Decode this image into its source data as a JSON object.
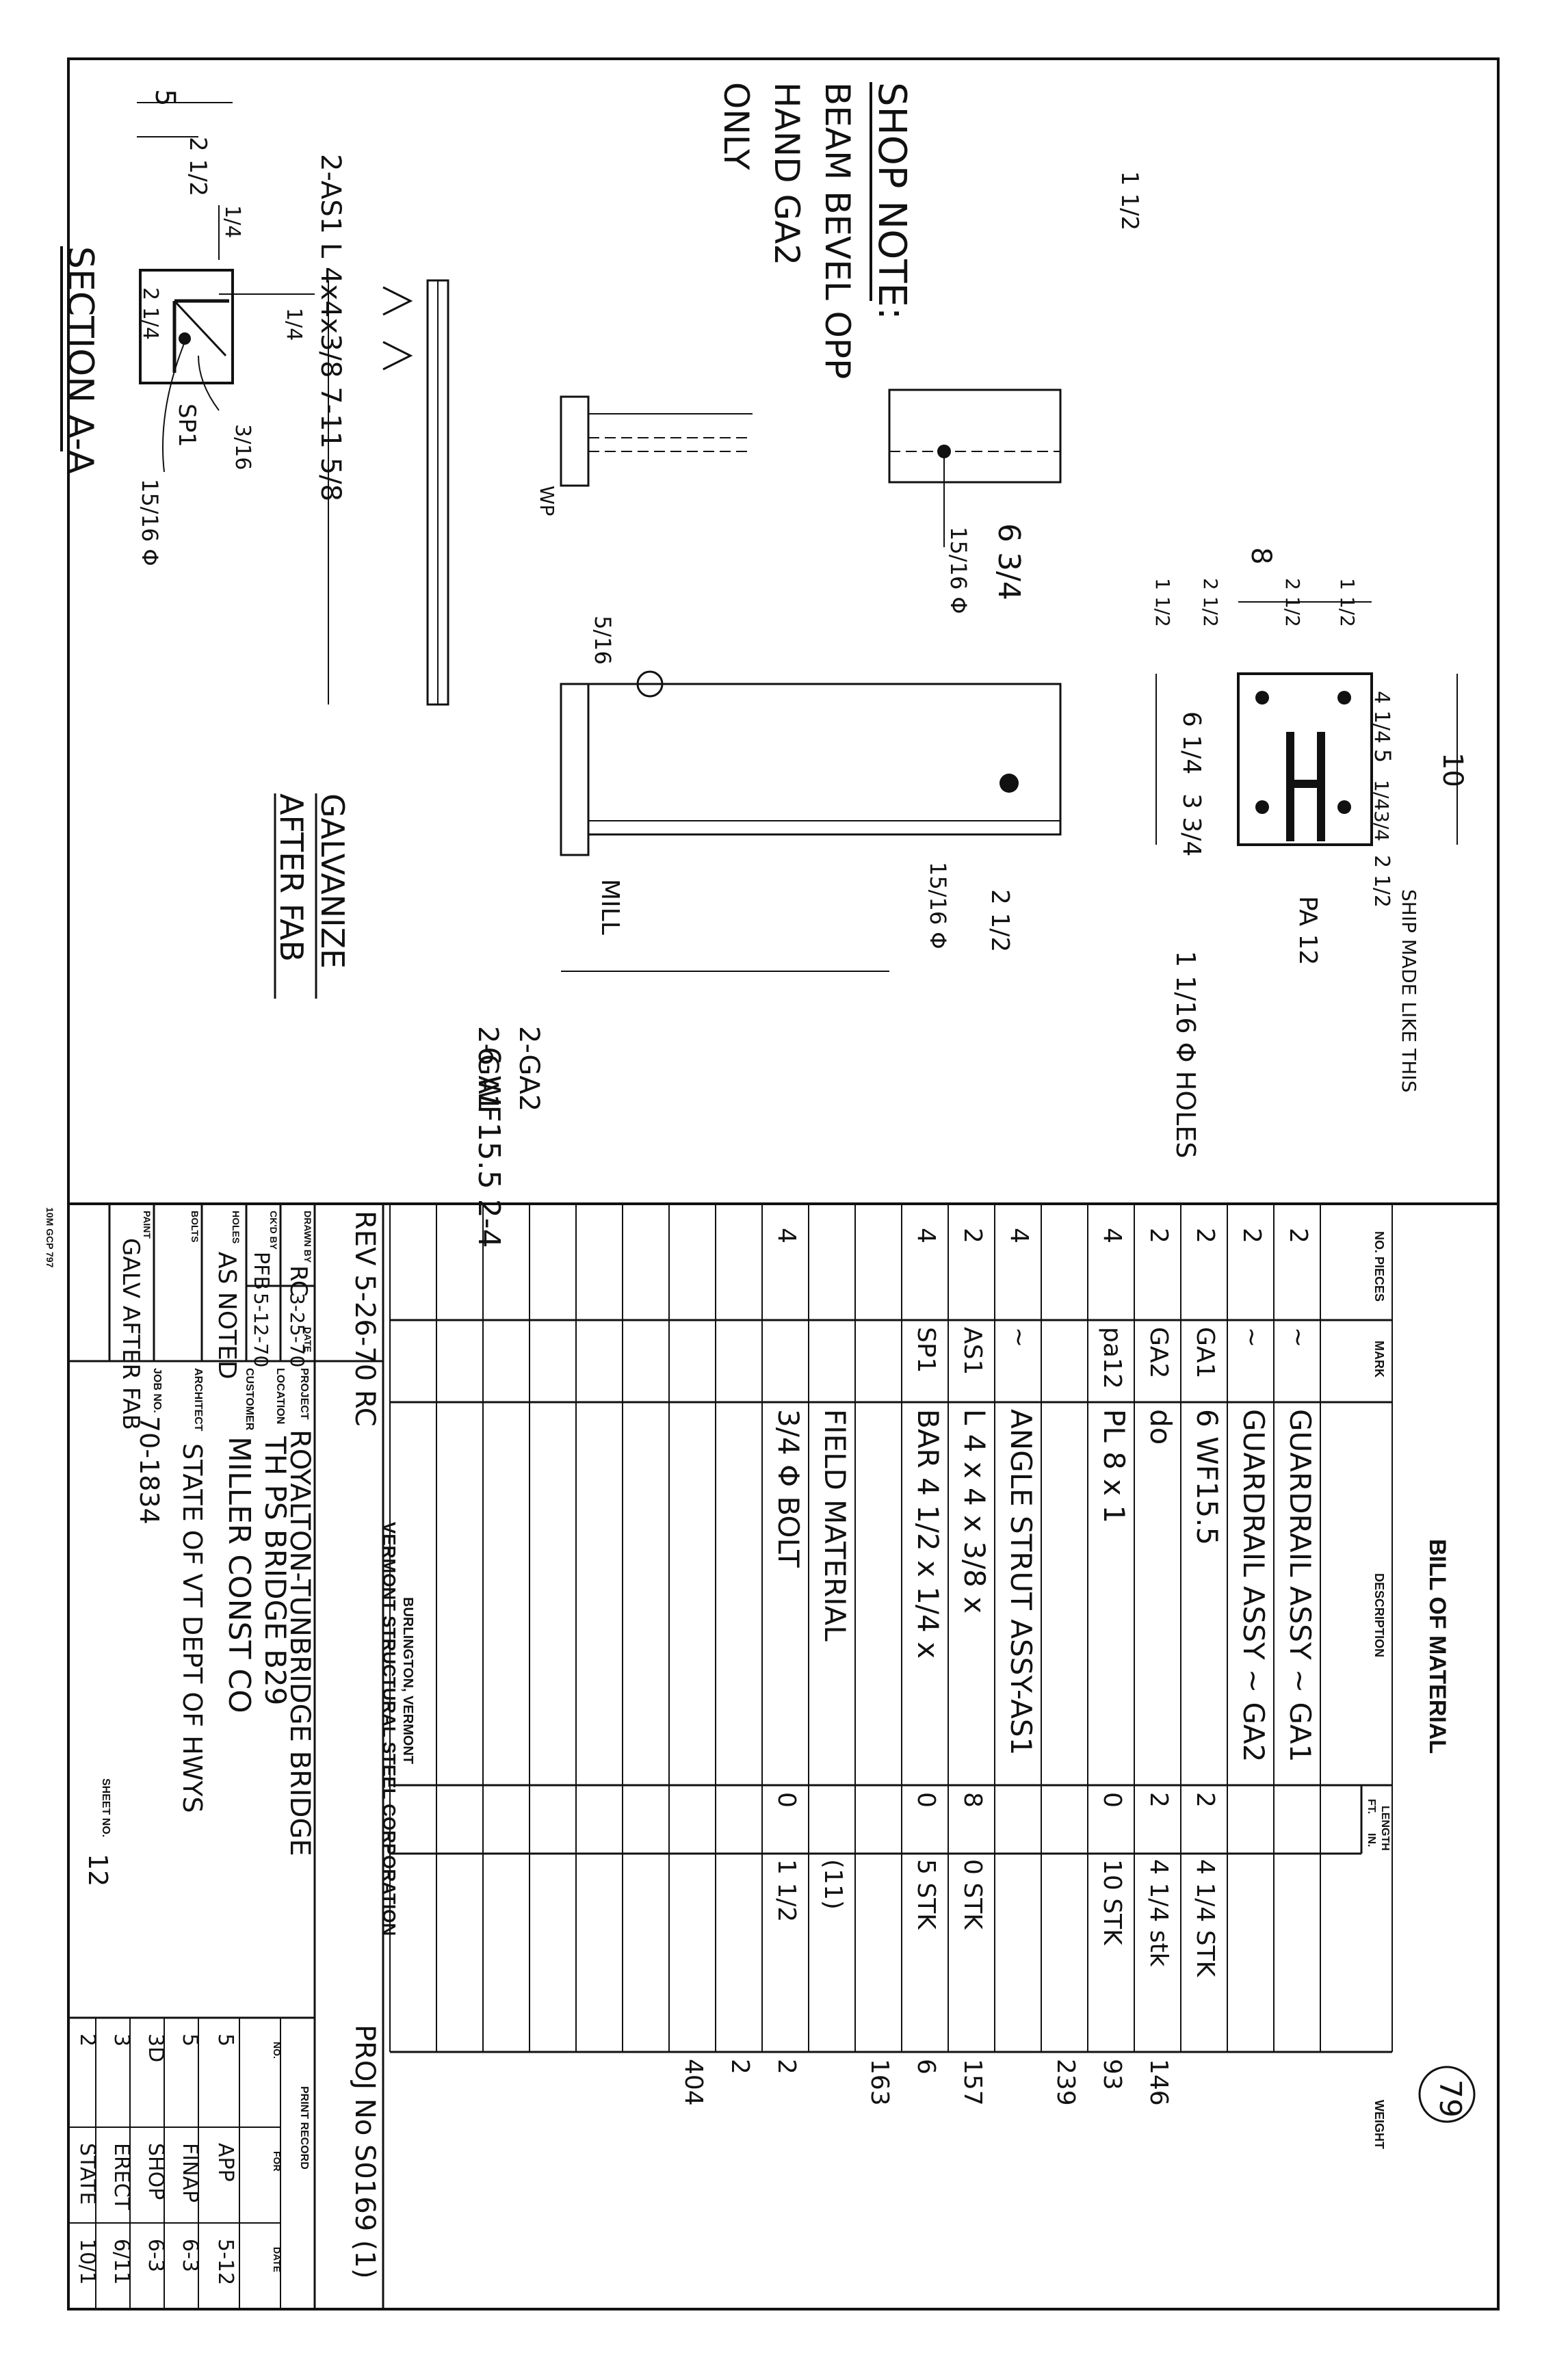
{
  "drawing": {
    "shop_note": [
      "SHOP NOTE:",
      "BEAM BEVEL OPP",
      "HAND GA2",
      "ONLY"
    ],
    "section_label": "SECTION A-A",
    "galvanize_note": [
      "GALVANIZE",
      "AFTER FAB"
    ],
    "mill_label": "MILL",
    "holes_note": "1 1/16 Φ HOLES",
    "plate_mark": "PA 12",
    "ship_note": "SHIP MADE LIKE THIS",
    "angle_callout": "2-AS1 L 4x4x3/8 7-11 5/8",
    "beam_callout": "6 WF15.5 2-4",
    "mark_ga1": "2-GA1",
    "mark_ga2": "2-GA2",
    "sp1_label": "SP1",
    "wp_label": "WP",
    "dims": {
      "d5": "5",
      "d2_half": "2 1/2",
      "d2_quarter": "2 1/4",
      "d_quarter": "1/4",
      "d15_16": "15/16 Φ",
      "d12": "1 1/2",
      "d6_3_4": "6 3/4",
      "d8": "8",
      "d1_half": "1 1/2",
      "d2_1_2": "2 1/2",
      "d10": "10",
      "d4_1_4": "4 1/4",
      "d5b": "5",
      "d1_4": "1/4",
      "d3_4": "3/4",
      "d6_1_4": "6 1/4",
      "d3_3_4": "3 3/4",
      "d2_1_2b": "2 1/2",
      "d1_half_b": "1 1/2",
      "weld": "5/16",
      "weld2": "3/16"
    }
  },
  "bom": {
    "title": "BILL OF MATERIAL",
    "page_number": "79",
    "headers": {
      "pieces": "NO. PIECES",
      "mark": "MARK",
      "description": "DESCRIPTION",
      "length": "LENGTH",
      "ft": "FT.",
      "in": "IN.",
      "weight": "WEIGHT"
    },
    "rows": [
      {
        "pieces": "2",
        "mark": "~",
        "description": "GUARDRAIL ASSY ~ GA1",
        "ft": "",
        "in": "",
        "weight": ""
      },
      {
        "pieces": "2",
        "mark": "~",
        "description": "GUARDRAIL ASSY ~ GA2",
        "ft": "",
        "in": "",
        "weight": ""
      },
      {
        "pieces": "2",
        "mark": "GA1",
        "description": "6 WF15.5",
        "ft": "2",
        "in": "4 1/4 STK",
        "weight": ""
      },
      {
        "pieces": "2",
        "mark": "GA2",
        "description": "do",
        "ft": "2",
        "in": "4 1/4 stk",
        "weight": "146"
      },
      {
        "pieces": "4",
        "mark": "pa12",
        "description": "PL 8 x 1",
        "ft": "0",
        "in": "10 STK",
        "weight": "93"
      },
      {
        "pieces": "",
        "mark": "",
        "description": "",
        "ft": "",
        "in": "",
        "weight": "239"
      },
      {
        "pieces": "4",
        "mark": "~",
        "description": "ANGLE STRUT ASSY-AS1",
        "ft": "",
        "in": "",
        "weight": ""
      },
      {
        "pieces": "2",
        "mark": "AS1",
        "description": "L 4 x 4 x 3/8 x",
        "ft": "8",
        "in": "0 STK",
        "weight": "157"
      },
      {
        "pieces": "4",
        "mark": "SP1",
        "description": "BAR 4 1/2 x 1/4 x",
        "ft": "0",
        "in": "5 STK",
        "weight": "6"
      },
      {
        "pieces": "",
        "mark": "",
        "description": "",
        "ft": "",
        "in": "",
        "weight": "163"
      },
      {
        "pieces": "",
        "mark": "",
        "description": "FIELD MATERIAL",
        "ft": "",
        "in": "(11)",
        "weight": ""
      },
      {
        "pieces": "4",
        "mark": "",
        "description": "3/4 Φ BOLT",
        "ft": "0",
        "in": "1 1/2",
        "weight": "2"
      },
      {
        "pieces": "",
        "mark": "",
        "description": "",
        "ft": "",
        "in": "",
        "weight": "2"
      },
      {
        "pieces": "",
        "mark": "",
        "description": "",
        "ft": "",
        "in": "",
        "weight": "404"
      }
    ]
  },
  "title_block": {
    "revision": "REV 5-26-70 RC",
    "project_no": "PROJ No S0169 (1)",
    "company": "VERMONT STRUCTURAL STEEL CORPORATION",
    "company_city": "BURLINGTON, VERMONT",
    "drawn_by_label": "DRAWN BY",
    "drawn_by": "RC",
    "drawn_date": "3-25-70",
    "checked_by_label": "CK'D BY",
    "checked_by": "PFB",
    "checked_date": "5-12-70",
    "date_label": "DATE",
    "holes_label": "HOLES",
    "holes": "AS NOTED",
    "bolts_label": "BOLTS",
    "bolts": "",
    "paint_label": "PAINT",
    "paint": "GALV AFTER FAB",
    "project_label": "PROJECT",
    "project": "ROYALTON-TUNBRIDGE BRIDGE",
    "location_label": "LOCATION",
    "location": "TH PS BRIDGE B29",
    "customer_label": "CUSTOMER",
    "customer": "MILLER CONST CO",
    "architect_label": "ARCHITECT",
    "architect": "STATE OF VT DEPT OF HWYS",
    "job_no_label": "JOB NO.",
    "job_no": "70-1834",
    "sheet_no_label": "SHEET NO.",
    "sheet_no": "12",
    "form_code": "10M GCP 797",
    "print_record": {
      "title": "PRINT RECORD",
      "headers": [
        "NO.",
        "FOR",
        "DATE"
      ],
      "rows": [
        [
          "5",
          "APP",
          "5-12"
        ],
        [
          "5",
          "FINAP",
          "6-3"
        ],
        [
          "3D",
          "SHOP",
          "6-3"
        ],
        [
          "3",
          "ERECT",
          "6/11"
        ],
        [
          "2",
          "STATE",
          "10/1"
        ]
      ]
    }
  }
}
